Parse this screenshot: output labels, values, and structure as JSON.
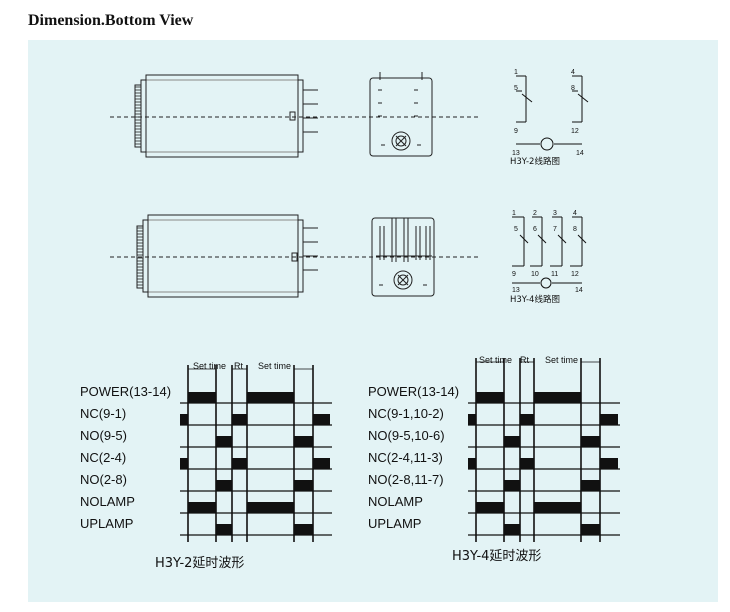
{
  "title": "Dimension.Bottom View",
  "schematics": {
    "h3y2": {
      "caption": "H3Y-2线路图",
      "top_pins": [
        "1",
        "4"
      ],
      "mid_pins": [
        "5",
        "8"
      ],
      "bottom_pins": [
        "9",
        "12"
      ],
      "coil_pins": [
        "13",
        "14"
      ]
    },
    "h3y4": {
      "caption": "H3Y-4线路图",
      "top_pins": [
        "1",
        "2",
        "3",
        "4"
      ],
      "mid_pins": [
        "5",
        "6",
        "7",
        "8"
      ],
      "bottom_pins": [
        "9",
        "10",
        "11",
        "12"
      ],
      "coil_pins": [
        "13",
        "14"
      ]
    }
  },
  "timing": {
    "annotations": {
      "set_time": "Set time",
      "rt": "Rt"
    },
    "left": {
      "caption": "H3Y-2延时波形",
      "rows": [
        "POWER(13-14)",
        "NC(9-1)",
        "NO(9-5)",
        "NC(2-4)",
        "NO(2-8)",
        "NOLAMP",
        "UPLAMP"
      ]
    },
    "right": {
      "caption": "H3Y-4延时波形",
      "rows": [
        "POWER(13-14)",
        "NC(9-1,10-2)",
        "NO(9-5,10-6)",
        "NC(2-4,11-3)",
        "NO(2-8,11-7)",
        "NOLAMP",
        "UPLAMP"
      ]
    }
  }
}
